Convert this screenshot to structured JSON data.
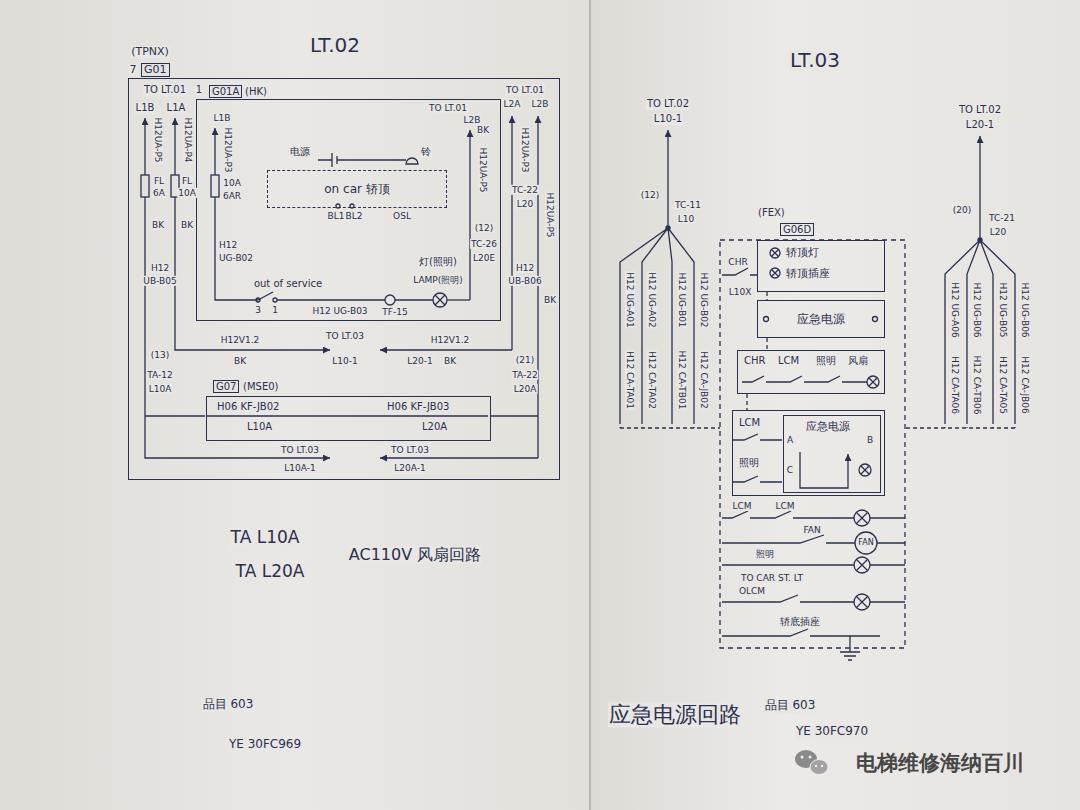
{
  "diagram": {
    "title": "LT.02",
    "nodes": [
      {
        "text": [
          "G01"
        ]
      },
      {
        "text": [
          "G01A",
          "(HK)"
        ],
        "in": 0
      },
      {
        "text": [
          "on car 轿顶"
        ],
        "in": 1
      },
      {
        "text": [
          "G07",
          "(MSE0)",
          "H06 KF-JB02",
          "L10A",
          "H06 KF-JB03",
          "L20A"
        ],
        "in": 0
      },
      {
        "text": [
          "(FEX)",
          "G06D",
          "轿顶灯",
          "轿顶插座"
        ]
      },
      {
        "text": [
          "应急电源"
        ]
      },
      {
        "text": [
          "CHR",
          "LCM",
          "照明",
          "风扇"
        ]
      },
      {
        "text": [
          "LCM",
          "照明"
        ]
      },
      {
        "text": [
          "应急电源"
        ],
        "in": 7
      }
    ],
    "edges": [
      {
        "from": 4,
        "to": 5,
        "arrow": "none"
      },
      {
        "from": 5,
        "to": 6,
        "arrow": "none"
      },
      {
        "from": 6,
        "to": 7,
        "arrow": "none"
      }
    ],
    "labels": [
      "(TPNX)",
      "7",
      "TO LT.01",
      "L1B",
      "L1A",
      "H12UA-P5",
      "FL",
      "6A",
      "BK",
      "H12UA-P4",
      "FL",
      "10A",
      "BK",
      "H12",
      "UB-B05",
      "(13)",
      "TA-12",
      "L10A",
      "1",
      "L1B",
      "H12UA-P3",
      "10A",
      "6AR",
      "H12",
      "UG-B02",
      "out of service",
      "3",
      "1",
      "H12 UG-B03",
      "TF-15",
      "灯(照明)",
      "LAMP(照明)",
      "(12)",
      "TC-26",
      "L20E",
      "H12UA-P5",
      "BK",
      "TO LT.01",
      "L2B",
      "TO LT.01",
      "L2A",
      "L2B",
      "H12UA-P3",
      "TC-22",
      "L20",
      "H12UA-P5",
      "H12",
      "UB-B06",
      "BK",
      "(21)",
      "TA-22",
      "L20A",
      "H12V1.2",
      "BK",
      "TO LT.03",
      "L10-1",
      "L20-1",
      "H12V1.2",
      "BK",
      "TO LT.03",
      "TO LT.03",
      "L10A-1",
      "L20A-1",
      "TA L10A",
      "TA L20A",
      "AC110V 风扇回路",
      "品目 603",
      "YE 30FC969",
      "电源",
      "铃",
      "BL1",
      "BL2",
      "OSL",
      "LT.03",
      "TO LT.02",
      "L10-1",
      "(12)",
      "TC-11",
      "L10",
      "TO LT.02",
      "L20-1",
      "(20)",
      "TC-21",
      "L20",
      "H12 UG-A01",
      "H12 UG-A02",
      "H12 UG-B01",
      "H12 UG-B02",
      "H12 CA-TA01",
      "H12 CA-TA02",
      "H12 CA-TB01",
      "H12 CA-JB02",
      "H12 UG-A06",
      "H12 UG-B06",
      "H12 UG-B05",
      "H12 UG-B06",
      "H12 CA-TA06",
      "H12 CA-TB06",
      "H12 CA-TA05",
      "H12 CA-JB06",
      "CHR",
      "L10X",
      "A",
      "B",
      "C",
      "LCM",
      "LCM",
      "FAN",
      "FAN",
      "照明",
      "TO CAR ST. LT",
      "OLCM",
      "轿底插座",
      "应急电源回路",
      "品目 603",
      "YE 30FC970",
      "电梯维修海纳百川"
    ]
  }
}
